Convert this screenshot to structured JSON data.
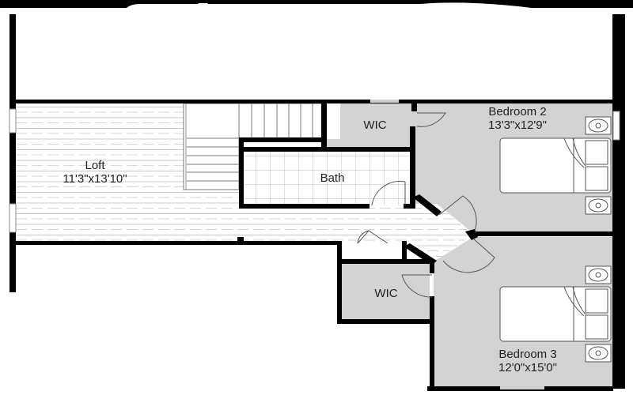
{
  "plan": {
    "colors": {
      "wall": "#000000",
      "room_fill": "#d3d3d3",
      "loft_fill": "#ffffff",
      "line": "#9a9a9a",
      "text": "#222222"
    },
    "rooms": [
      {
        "id": "loft",
        "name": "Loft",
        "dims": "11'3\"x13'10\""
      },
      {
        "id": "wic_upper",
        "name": "WIC",
        "dims": ""
      },
      {
        "id": "bath",
        "name": "Bath",
        "dims": ""
      },
      {
        "id": "bedroom2",
        "name": "Bedroom 2",
        "dims": "13'3\"x12'9\""
      },
      {
        "id": "wic_lower",
        "name": "WIC",
        "dims": ""
      },
      {
        "id": "bedroom3",
        "name": "Bedroom 3",
        "dims": "12'0\"x15'0\""
      }
    ]
  }
}
